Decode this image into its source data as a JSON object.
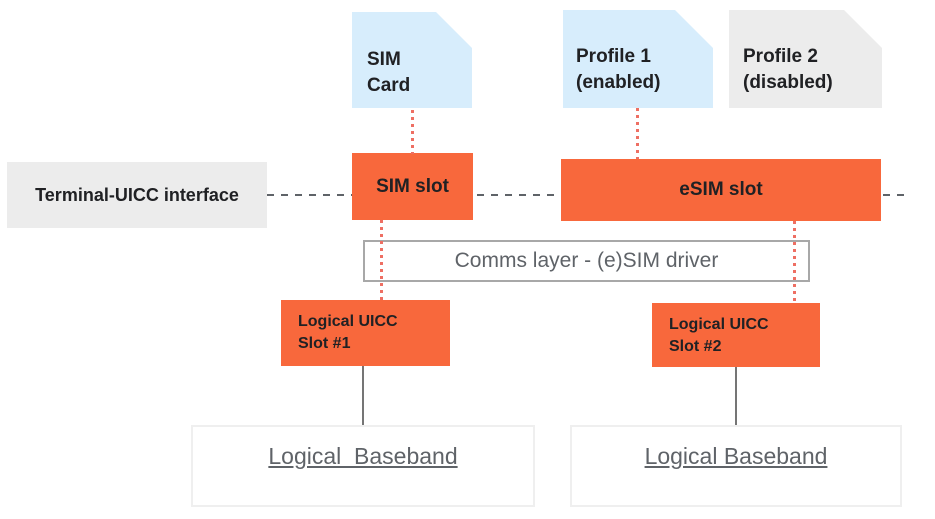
{
  "colors": {
    "orange": "#F8683C",
    "light_blue": "#D7EDFC",
    "light_gray": "#ECECEC",
    "red_dotted_line": "#EE6F63",
    "dashed_line_gray": "#5F6368",
    "text_dark": "#202124",
    "text_gray": "#5F6368"
  },
  "cards": {
    "sim_card": {
      "line1": "SIM",
      "line2": "Card"
    },
    "profile1": {
      "line1": "Profile 1",
      "line2": "(enabled)"
    },
    "profile2": {
      "line1": "Profile 2",
      "line2": "(disabled)"
    }
  },
  "interface_row": {
    "terminal_label": "Terminal-UICC interface",
    "sim_slot_label": "SIM slot",
    "esim_slot_label": "eSIM slot"
  },
  "comms_layer": {
    "label": "Comms layer - (e)SIM driver"
  },
  "uicc_slots": {
    "slot1": {
      "line1": "Logical UICC",
      "line2": "Slot #1"
    },
    "slot2": {
      "line1": "Logical UICC",
      "line2": "Slot #2"
    }
  },
  "basebands": {
    "baseband1_label": "Logical  Baseband",
    "baseband2_label": "Logical Baseband"
  }
}
